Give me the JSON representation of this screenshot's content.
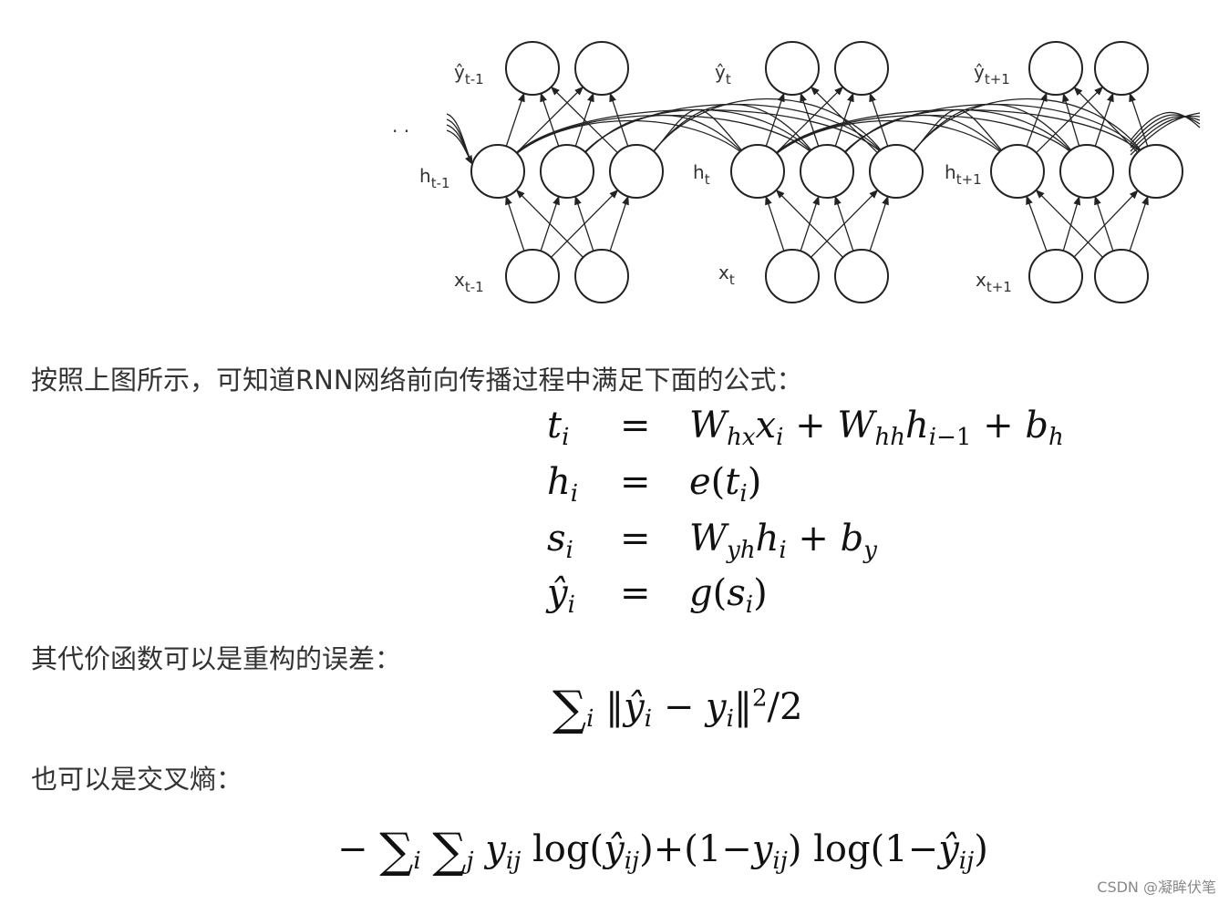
{
  "diagram": {
    "dots": ". .",
    "labels": {
      "y_prev": {
        "base": "ŷ",
        "sub": "t-1"
      },
      "y_t": {
        "base": "ŷ",
        "sub": "t"
      },
      "y_next": {
        "base": "ŷ",
        "sub": "t+1"
      },
      "h_prev": {
        "base": "h",
        "sub": "t-1"
      },
      "h_t": {
        "base": "h",
        "sub": "t"
      },
      "h_next": {
        "base": "h",
        "sub": "t+1"
      },
      "x_prev": {
        "base": "x",
        "sub": "t-1"
      },
      "x_t": {
        "base": "x",
        "sub": "t"
      },
      "x_next": {
        "base": "x",
        "sub": "t+1"
      }
    }
  },
  "text": {
    "intro": "按照上图所示，可知道RNN网络前向传播过程中满足下面的公式：",
    "cost_intro": "其代价函数可以是重构的误差：",
    "ce_intro": "也可以是交叉熵："
  },
  "equations": {
    "eq_sign": "=",
    "row1": {
      "lhs": "t",
      "lhs_sub": "i",
      "rhs": "W_hx x_i + W_hh h_{i−1} + b_h"
    },
    "row2": {
      "lhs": "h",
      "lhs_sub": "i",
      "rhs": "e(t_i)"
    },
    "row3": {
      "lhs": "s",
      "lhs_sub": "i",
      "rhs": "W_yh h_i + b_y"
    },
    "row4": {
      "lhs": "ŷ",
      "lhs_sub": "i",
      "rhs": "g(s_i)"
    },
    "mse": "∑_i ‖ŷ_i − y_i‖²/2",
    "cross_entropy": "− ∑_i ∑_j y_ij log(ŷ_ij)+(1−y_ij) log(1−ŷ_ij)"
  },
  "watermark": "CSDN @凝眸伏笔"
}
